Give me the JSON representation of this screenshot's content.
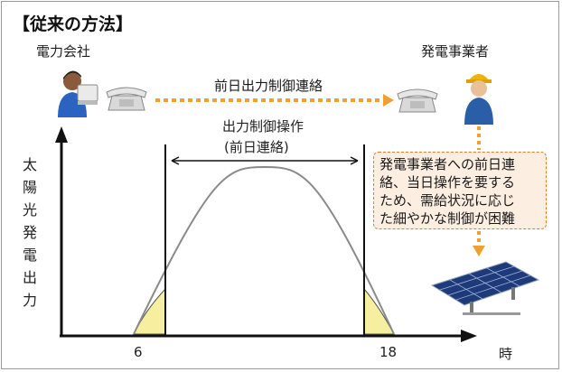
{
  "title": "【従来の方法】",
  "actors": {
    "power_company": "電力会社",
    "generator": "発電事業者"
  },
  "arrow_label": "前日出力制御連絡",
  "operation_label": {
    "line1": "出力制御操作",
    "line2": "(前日連絡)"
  },
  "y_axis_chars": [
    "太",
    "陽",
    "光",
    "発",
    "電",
    "出",
    "力"
  ],
  "x_axis": {
    "tick_start": "6",
    "tick_end": "18",
    "label": "時"
  },
  "callout_lines": [
    "発電事業者への前日連",
    "絡、当日操作を要する",
    "ため、需給状況に応じ",
    "た細やかな制御が困難"
  ],
  "colors": {
    "arrow_orange": "#f0a030",
    "callout_border": "#e97a2a",
    "callout_fill": "#fdeee2",
    "curtail_fill": "#f7efa0"
  }
}
